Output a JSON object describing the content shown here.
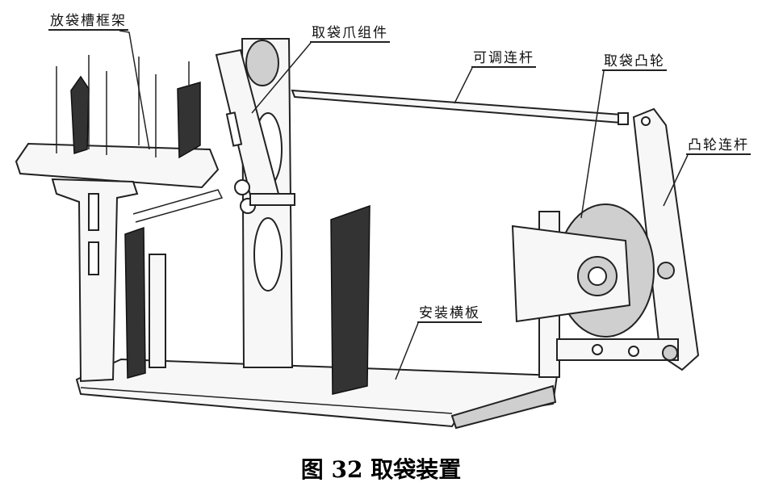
{
  "labels": {
    "bag_slot_frame": "放袋槽框架",
    "bag_gripper_assembly": "取袋爪组件",
    "adjustable_link": "可调连杆",
    "bag_cam": "取袋凸轮",
    "cam_link": "凸轮连杆",
    "mounting_plate": "安装横板"
  },
  "caption": "图 32 取袋装置"
}
